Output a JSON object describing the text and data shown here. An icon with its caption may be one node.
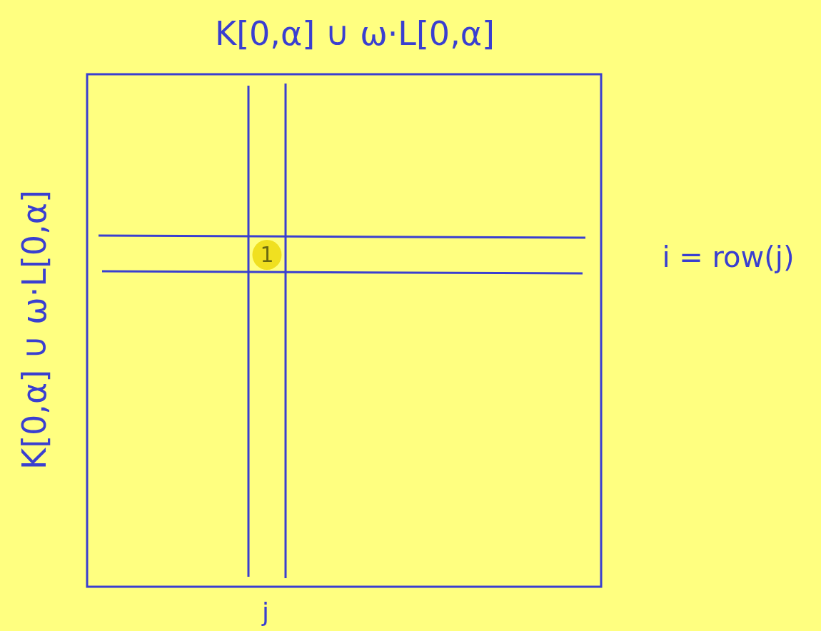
{
  "diagram": {
    "labels": [
      "K[0,α] ∪ ω·L[0,α]",
      "K[0,α] ∪ ω·L[0,α]",
      "1",
      "i = row(j)",
      "j"
    ]
  }
}
